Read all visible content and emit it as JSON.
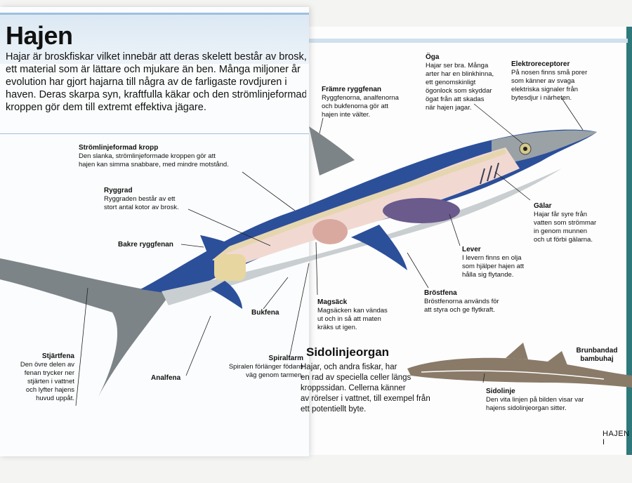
{
  "left": {
    "title": "Hajen",
    "intro_lines": [
      "Hajar är broskfiskar vilket innebär att deras skelett består av brosk,",
      "ett material som är lättare och mjukare än ben. Många miljoner år",
      "evolution har gjort hajarna till några av de farligaste rovdjuren i",
      "haven. Deras skarpa syn, kraftfulla käkar och den strömlinjeformade",
      "kroppen gör dem till extremt effektiva jägare."
    ]
  },
  "labels": {
    "body": {
      "title": "Strömlinjeformad kropp",
      "text": [
        "Den slanka, strömlinjeformade kroppen gör att",
        "hajen kan simma snabbare, med mindre motstånd."
      ]
    },
    "spine": {
      "title": "Ryggrad",
      "text": [
        "Ryggraden består av ett",
        "stort antal kotor av brosk."
      ]
    },
    "rear_dorsal": {
      "title": "Bakre ryggfenan",
      "text": []
    },
    "pelvic": {
      "title": "Bukfena",
      "text": []
    },
    "anal": {
      "title": "Analfena",
      "text": []
    },
    "tail": {
      "title": "Stjärtfena",
      "text": [
        "Den övre delen av",
        "fenan trycker ner",
        "stjärten i vattnet",
        "och lyfter hajens",
        "huvud uppåt."
      ]
    },
    "spiral": {
      "title": "Spiraltarm",
      "text": [
        "Spiralen förlänger födans",
        "väg genom tarmen."
      ]
    },
    "stomach": {
      "title": "Magsäck",
      "text": [
        "Magsäcken kan vändas",
        "ut och in så att maten",
        "kräks ut igen."
      ]
    },
    "front_dorsal": {
      "title": "Främre ryggfenan",
      "text": [
        "Ryggfenorna, analfenorna",
        "och bukfenorna gör att",
        "hajen inte välter."
      ]
    },
    "eye": {
      "title": "Öga",
      "text": [
        "Hajar ser bra. Många",
        "arter har en blinkhinna,",
        "ett genomskinligt",
        "ögonlock som skyddar",
        "ögat från att skadas",
        "när hajen jagar."
      ]
    },
    "electro": {
      "title": "Elektroreceptorer",
      "text": [
        "På nosen finns små porer",
        "som känner av svaga",
        "elektriska signaler från",
        "bytesdjur i närheten."
      ]
    },
    "gills": {
      "title": "Gälar",
      "text": [
        "Hajar får syre från",
        "vatten som strömmar",
        "in genom munnen",
        "och ut förbi gälarna."
      ]
    },
    "liver": {
      "title": "Lever",
      "text": [
        "I levern finns en olja",
        "som hjälper hajen att",
        "hålla sig flytande."
      ]
    },
    "pectoral": {
      "title": "Bröstfena",
      "text": [
        "Bröstfenorna används för",
        "att styra och ge flytkraft."
      ]
    },
    "bamboo": {
      "title": "Brunbandad",
      "title2": "bambuhaj"
    },
    "lateral": {
      "title": "Sidolinje",
      "text": [
        "Den vita linjen på bilden visar var",
        "hajens sidolinjeorgan sitter."
      ]
    }
  },
  "section": {
    "title": "Sidolinjeorgan",
    "lines": [
      "Hajar, och andra fiskar, har",
      "en rad av speciella celler längs",
      "kroppssidan. Cellerna känner",
      "av rörelser i vattnet, till exempel från",
      "ett potentiellt byte."
    ]
  },
  "footer": {
    "running_head": "HAJEN I"
  },
  "colors": {
    "shark_blue": "#2c4f9a",
    "shark_grey": "#8a8f92",
    "belly": "#e9ecec",
    "band": "#dbe8f3",
    "cover_teal": "#2e7a7a"
  }
}
